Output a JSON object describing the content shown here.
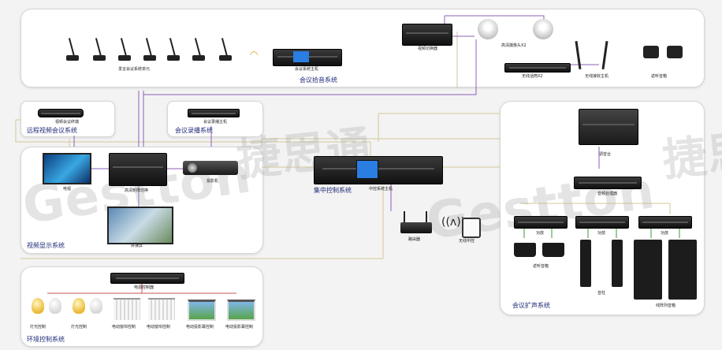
{
  "watermark": {
    "brand_latin": "Gestton",
    "brand_cn": "捷思通"
  },
  "systems": {
    "conference_audio": {
      "title": "会议拾音系统",
      "mic_label": "发言会议系统单元",
      "host_label": "会议系统主机",
      "video_switch_label": "视频切换器",
      "camera_label": "高清摄像头X2",
      "wireless_label": "无线话筒X2",
      "receiver_label": "无线接收主机",
      "stand_label": "返听音箱"
    },
    "remote_video": {
      "title": "远程视频会议系统",
      "device_label": "视频会议终端"
    },
    "recording": {
      "title": "会议录播系统",
      "device_label": "会议录播主机"
    },
    "video_display": {
      "title": "视频显示系统",
      "tv_label": "电视",
      "matrix_label": "高清矩阵切换",
      "projector_label": "投影机",
      "wall_label": "拼接屏"
    },
    "central_control": {
      "title": "集中控制系统",
      "host_label": "中控系统主机",
      "router_label": "路由器",
      "wireless_label": "无线中控"
    },
    "environment": {
      "title": "环境控制系统",
      "relay_label": "电源控制器",
      "items": [
        "灯光控制",
        "灯光控制",
        "电动窗帘控制",
        "电动窗帘控制",
        "电动投影幕控制",
        "电动投影幕控制"
      ]
    },
    "pa": {
      "title": "会议扩声系统",
      "mixer_label": "调音台",
      "processor_label": "音频处理器",
      "amp_label": "功放",
      "monitor_label": "返听音箱",
      "column_label": "音柱",
      "array_label": "线阵列音箱"
    }
  },
  "colors": {
    "link_purple": "#8b5fb8",
    "link_beige": "#d3c79a",
    "panel_border": "#d6d6d6",
    "title_blue": "#1e2a78"
  }
}
